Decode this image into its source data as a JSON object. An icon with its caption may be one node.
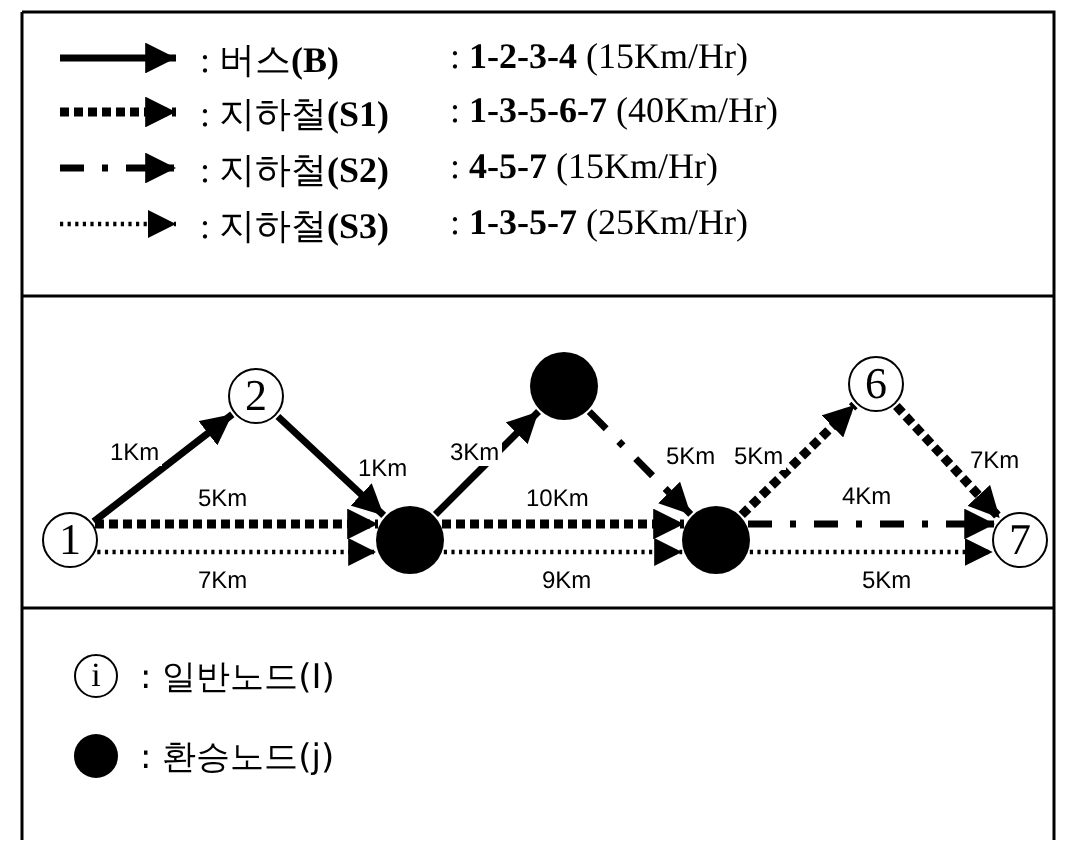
{
  "diagram": {
    "nodes": [
      {
        "text": [
          "1"
        ]
      },
      {
        "text": [
          "2"
        ]
      },
      {
        "text": [],
        "shape": "circle"
      },
      {
        "text": [],
        "shape": "circle"
      },
      {
        "text": [],
        "shape": "circle"
      },
      {
        "text": [
          "6"
        ]
      },
      {
        "text": [
          "7"
        ]
      }
    ],
    "edges": [
      {
        "from": 0,
        "to": 1,
        "arrow": "to",
        "label": "1Km"
      },
      {
        "from": 1,
        "to": 2,
        "arrow": "to",
        "label": "1Km"
      },
      {
        "from": 2,
        "to": 3,
        "arrow": "to",
        "label": "3Km"
      },
      {
        "from": 3,
        "to": 4,
        "arrow": "to",
        "label": "5Km",
        "style": "dashed"
      },
      {
        "from": 4,
        "to": 6,
        "arrow": "to",
        "label": "4Km",
        "style": "dashed"
      },
      {
        "from": 0,
        "to": 2,
        "arrow": "to",
        "label": "5Km",
        "style": "dashed"
      },
      {
        "from": 2,
        "to": 4,
        "arrow": "to",
        "label": "10Km",
        "style": "dashed"
      },
      {
        "from": 4,
        "to": 5,
        "arrow": "to",
        "label": "5Km",
        "style": "dashed"
      },
      {
        "from": 5,
        "to": 6,
        "arrow": "to",
        "label": "7Km",
        "style": "dashed"
      },
      {
        "from": 0,
        "to": 2,
        "arrow": "to",
        "label": "7Km",
        "style": "dashed"
      },
      {
        "from": 2,
        "to": 4,
        "arrow": "to",
        "label": "9Km",
        "style": "dashed"
      },
      {
        "from": 4,
        "to": 6,
        "arrow": "to",
        "label": "5Km",
        "style": "dashed"
      }
    ],
    "labels": [
      ": **1-2-3-4**  (15Km/Hr)",
      ": **1-3-5-6-7** (40Km/Hr)",
      ": **4-5-7** (15Km/Hr)",
      ": **1-3-5-7** (25Km/Hr)",
      "i"
    ],
    "legend": [
      {
        "text": ": 버스**(B)**"
      },
      {
        "text": ": 지하철**(S1)**"
      },
      {
        "text": ": 지하철**(S2)**"
      },
      {
        "text": ": 지하철**(S3)**"
      },
      {
        "text": ": 일반노드(I)"
      },
      {
        "text": ": 환승노드(j)"
      }
    ]
  }
}
